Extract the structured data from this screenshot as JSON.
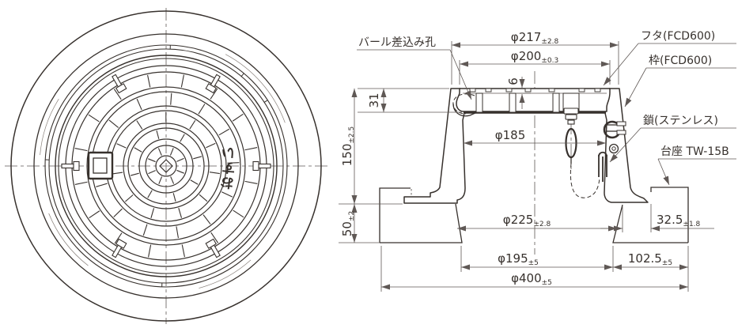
{
  "colors": {
    "line": "#37312d",
    "thin_line": "#5f5855",
    "background": "#ffffff"
  },
  "plan_view": {
    "cover_marking": "おすい",
    "cover_marking_chars": [
      "お",
      "す",
      "い"
    ]
  },
  "section_view": {
    "labels": {
      "bar_hole": "バール差込み孔",
      "lid": "フタ(FCD600)",
      "frame": "枠(FCD600)",
      "chain": "鎖(ステンレス)",
      "base": "台座 TW-15B"
    },
    "dimensions": {
      "dia217": {
        "value": "φ217",
        "tol": "±2.8"
      },
      "dia200": {
        "value": "φ200",
        "tol": "±0.3"
      },
      "lid_thickness": {
        "value": "6",
        "tol": ""
      },
      "rim_height": {
        "value": "31",
        "tol": ""
      },
      "frame_height": {
        "value": "150",
        "tol": "±2.5"
      },
      "base_height": {
        "value": "50",
        "tol": "±2"
      },
      "dia185": {
        "value": "φ185",
        "tol": ""
      },
      "dia225": {
        "value": "φ225",
        "tol": "±2.8"
      },
      "offset32_5": {
        "value": "32.5",
        "tol": "±1.8"
      },
      "dia195": {
        "value": "φ195",
        "tol": "±5"
      },
      "offset102_5": {
        "value": "102.5",
        "tol": "±5"
      },
      "dia400": {
        "value": "φ400",
        "tol": "±5"
      }
    }
  }
}
